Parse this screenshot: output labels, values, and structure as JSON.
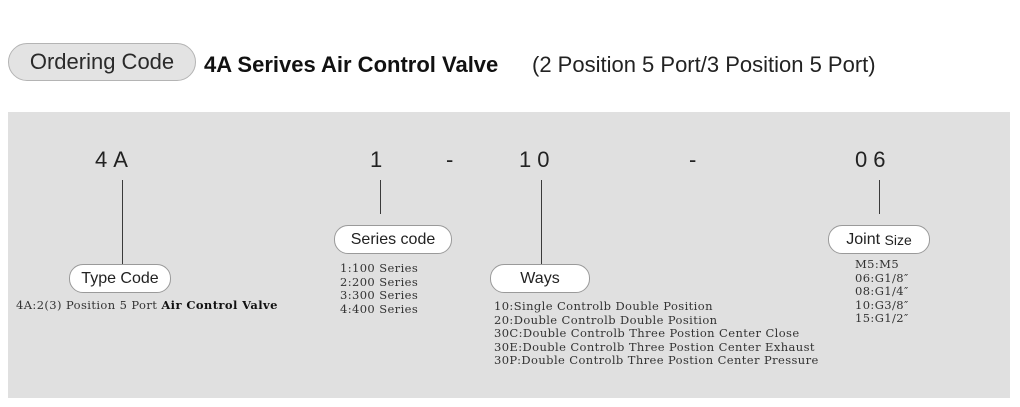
{
  "header": {
    "pill_label": "Ordering Code",
    "title_bold": "4A Serives  Air Control Valve",
    "title_paren": "(2 Position 5 Port/3 Position 5 Port)"
  },
  "code_parts": {
    "type": "4A",
    "series": "1",
    "dash1": "-",
    "ways": "10",
    "dash2": "-",
    "joint": "06"
  },
  "type_code": {
    "label": "Type Code",
    "desc_prefix": "4A:2(3) Position 5 Port ",
    "desc_bold": "Air Control Valve"
  },
  "series_code": {
    "label": "Series code",
    "items": [
      "1:100 Series",
      "2:200 Series",
      "3:300 Series",
      "4:400 Series"
    ]
  },
  "ways": {
    "label": "Ways",
    "items": [
      "10:Single Controlb Double Position",
      "20:Double Controlb Double Position",
      "30C:Double Controlb Three Postion Center Close",
      "30E:Double Controlb Three Postion Center Exhaust",
      "30P:Double Controlb Three Postion Center Pressure"
    ]
  },
  "joint_size": {
    "label_a": "Joint",
    "label_b": "Size",
    "items": [
      "M5:M5",
      "06:G1/8″",
      "08:G1/4″",
      "10:G3/8″",
      "15:G1/2″"
    ]
  }
}
